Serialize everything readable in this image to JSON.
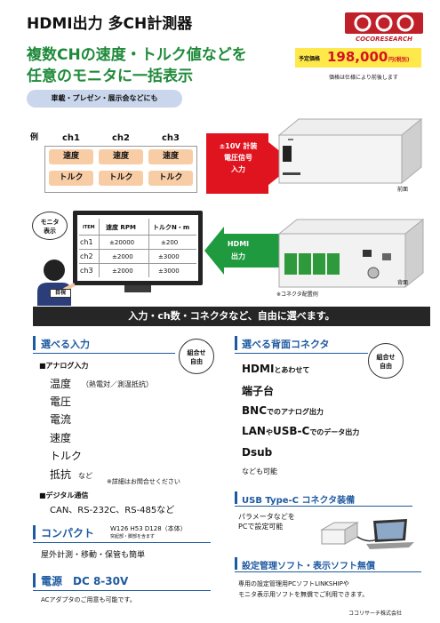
{
  "header": {
    "title": "HDMI出力 多CH計測器",
    "logo_text": "COCORESEARCH",
    "headline_1": "複数CHの速度・トルク値などを",
    "headline_2": "任意のモニタに一括表示",
    "usage": "車載・プレゼン・展示会などにも"
  },
  "price": {
    "label": "予定価格",
    "value": "198,000",
    "unit": "円(税別)",
    "note": "価格は仕様により前後します"
  },
  "example": {
    "label": "例",
    "channels": [
      "ch1",
      "ch2",
      "ch3"
    ],
    "row1": [
      "速度",
      "速度",
      "速度"
    ],
    "row2": [
      "トルク",
      "トルク",
      "トルク"
    ],
    "signal_1": "±10V 計装",
    "signal_2": "電圧信号",
    "signal_3": "入力",
    "front_label": "前面",
    "rear_label": "背面",
    "connector_note": "※コネクタ配置例"
  },
  "monitor": {
    "bubble_1": "モニタ",
    "bubble_2": "表示",
    "header": [
      "ITEM",
      "速度 RPM",
      "トルクN・m"
    ],
    "rows": [
      [
        "ch1",
        "±20000",
        "±200"
      ],
      [
        "ch2",
        "±2000",
        "±3000"
      ],
      [
        "ch3",
        "±2000",
        "±3000"
      ]
    ],
    "hdmi_1": "HDMI",
    "hdmi_2": "出力",
    "viewer_badge": "目視"
  },
  "banner": "入力・ch数・コネクタなど、自由に選べます。",
  "inputs": {
    "heading": "選べる入力",
    "badge_1": "組合せ",
    "badge_2": "自由",
    "analog_label": "■アナログ入力",
    "items": [
      "温度",
      "電圧",
      "電流",
      "速度",
      "トルク",
      "抵抗"
    ],
    "temp_note": "（熱電対／測温抵抗）",
    "resist_note": "など",
    "detail_note": "※詳細はお問合せください",
    "digital_label": "■デジタル通信",
    "digital_items": "CAN、RS-232C、RS-485など"
  },
  "compact": {
    "heading": "コンパクト",
    "size": "W126 H53 D128（本体）",
    "size_note": "突起部・脚部を含まず",
    "uses": "屋外計測・移動・保管も簡単"
  },
  "power": {
    "heading": "電源　DC 8-30V",
    "note": "ACアダプタのご用意も可能です。"
  },
  "rear": {
    "heading": "選べる背面コネクタ",
    "badge_1": "組合せ",
    "badge_2": "自由",
    "items": [
      {
        "main": "HDMI",
        "sub": "とあわせて"
      },
      {
        "main": "端子台",
        "sub": ""
      },
      {
        "main": "BNC",
        "sub": "でのアナログ出力"
      },
      {
        "main": "LAN",
        "sub": "や",
        "main2": "USB-C",
        "sub2": "でのデータ出力"
      },
      {
        "main": "Dsub",
        "sub": ""
      }
    ],
    "more": "なども可能"
  },
  "usb": {
    "heading": "USB Type-C コネクタ装備",
    "line_1": "パラメータなどを",
    "line_2": "PCで設定可能"
  },
  "software": {
    "heading": "設定管理ソフト・表示ソフト無償",
    "line_1": "専用の設定管理用PCソフトLINKSHIPや",
    "line_2": "モニタ表示用ソフトを無償でご利用できます。"
  },
  "footer": "ココリサーチ株式会社",
  "colors": {
    "green": "#1f8a3a",
    "blue": "#1e5aa0",
    "red": "#d2141e",
    "price_bg": "#ffe84a",
    "cell_bg": "#f8cda6"
  }
}
